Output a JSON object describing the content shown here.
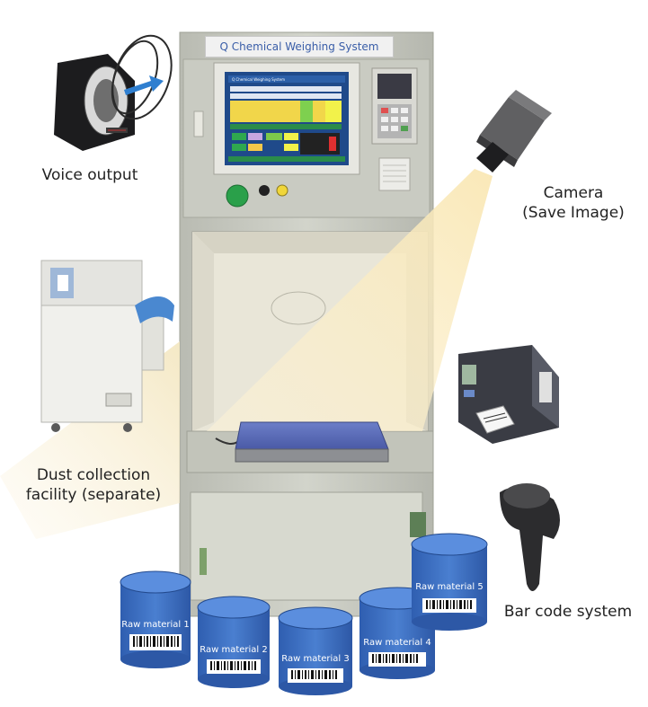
{
  "system_title": "Q Chemical Weighing System",
  "screen_title": "Q Chemical Weighing System",
  "labels": {
    "voice_output": "Voice output",
    "camera_line1": "Camera",
    "camera_line2": "(Save Image)",
    "dust_line1": "Dust collection",
    "dust_line2": "facility (separate)",
    "barcode_system": "Bar code system"
  },
  "drums": [
    {
      "label": "Raw material 1"
    },
    {
      "label": "Raw material 2"
    },
    {
      "label": "Raw material 3"
    },
    {
      "label": "Raw material 4"
    },
    {
      "label": "Raw material 5"
    }
  ],
  "colors": {
    "cabinet": "#cfd1c8",
    "drum": "#3b6cc0",
    "beam": "#f7e6b5",
    "screen_green": "#2a8c4a"
  }
}
